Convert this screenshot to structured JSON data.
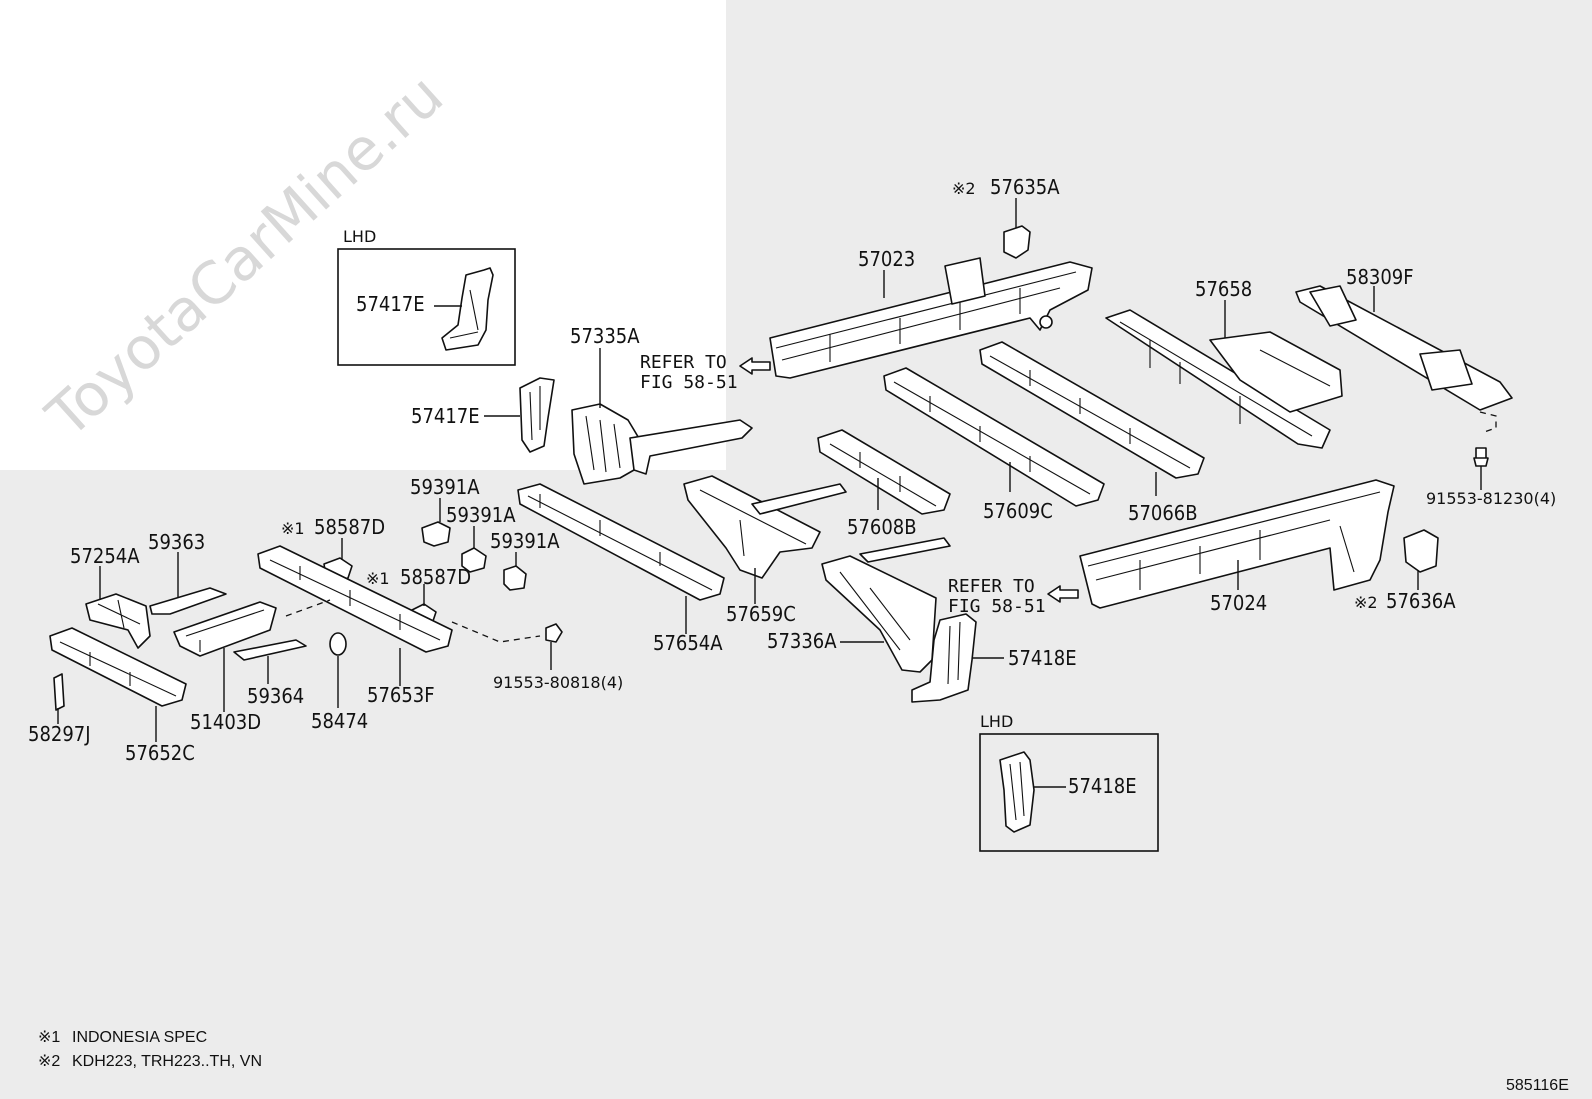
{
  "watermark": "ToyotaCarMine.ru",
  "diagram_code": "585116E",
  "boxes": {
    "lhd_top": {
      "title": "LHD",
      "part": "57417E"
    },
    "lhd_bottom": {
      "title": "LHD",
      "part": "57418E"
    }
  },
  "refer": {
    "upper": {
      "line1": "REFER TO",
      "line2": "FIG 58-51"
    },
    "lower": {
      "line1": "REFER TO",
      "line2": "FIG 58-51"
    }
  },
  "parts": {
    "p57635A": {
      "mark": "※2",
      "code": "57635A"
    },
    "p57023": "57023",
    "p57658": "57658",
    "p58309F": "58309F",
    "p57417E": "57417E",
    "p57335A": "57335A",
    "p91553_81230": "91553-81230(4)",
    "p59391A_1": "59391A",
    "p59391A_2": "59391A",
    "p59391A_3": "59391A",
    "p58587D_1": {
      "mark": "※1",
      "code": "58587D"
    },
    "p58587D_2": {
      "mark": "※1",
      "code": "58587D"
    },
    "p59363": "59363",
    "p57254A": "57254A",
    "p57609C": "57609C",
    "p57066B": "57066B",
    "p57608B": "57608B",
    "p57659C": "57659C",
    "p57654A": "57654A",
    "p57024": "57024",
    "p57636A": {
      "mark": "※2",
      "code": "57636A"
    },
    "p57336A": "57336A",
    "p57418E": "57418E",
    "p91553_80818": "91553-80818(4)",
    "p57653F": "57653F",
    "p58474": "58474",
    "p59364": "59364",
    "p51403D": "51403D",
    "p58297J": "58297J",
    "p57652C": "57652C"
  },
  "footnotes": [
    {
      "mark": "※1",
      "text": "INDONESIA SPEC"
    },
    {
      "mark": "※2",
      "text": "KDH223, TRH223..TH, VN"
    }
  ]
}
